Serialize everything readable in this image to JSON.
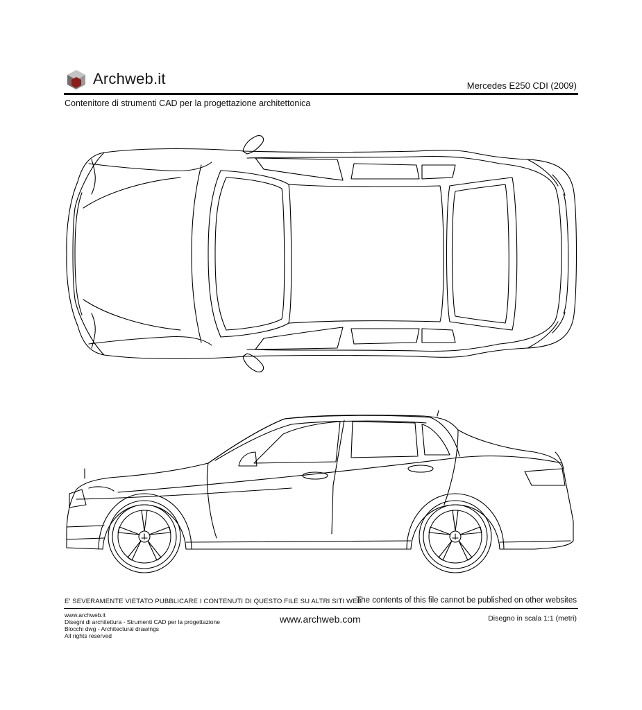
{
  "header": {
    "brand": "Archweb.it",
    "model_title": "Mercedes E250 CDI (2009)",
    "subtitle": "Contenitore di strumenti CAD per la progettazione architettonica",
    "logo_icon": "archweb-cube-logo",
    "logo_colors": [
      "#8c1d18",
      "#5a5a5a",
      "#b0b0b0"
    ]
  },
  "drawing": {
    "views": [
      "top-view",
      "side-view"
    ],
    "icons": [
      "car-top-view",
      "car-side-view",
      "wheel-icon"
    ]
  },
  "footer": {
    "warning_it": "E' SEVERAMENTE VIETATO PUBBLICARE I CONTENUTI DI QUESTO FILE SU ALTRI SITI WEB",
    "warning_en": "The contents of this file cannot be published on other websites",
    "left_lines": [
      "www.archweb.it",
      "Disegni di architettura - Strumenti CAD  per la progettazione",
      "Blocchi dwg - Architectural drawings",
      "All rights reserved"
    ],
    "center_url": "www.archweb.com",
    "scale_note": "Disegno in scala 1:1 (metri)"
  }
}
